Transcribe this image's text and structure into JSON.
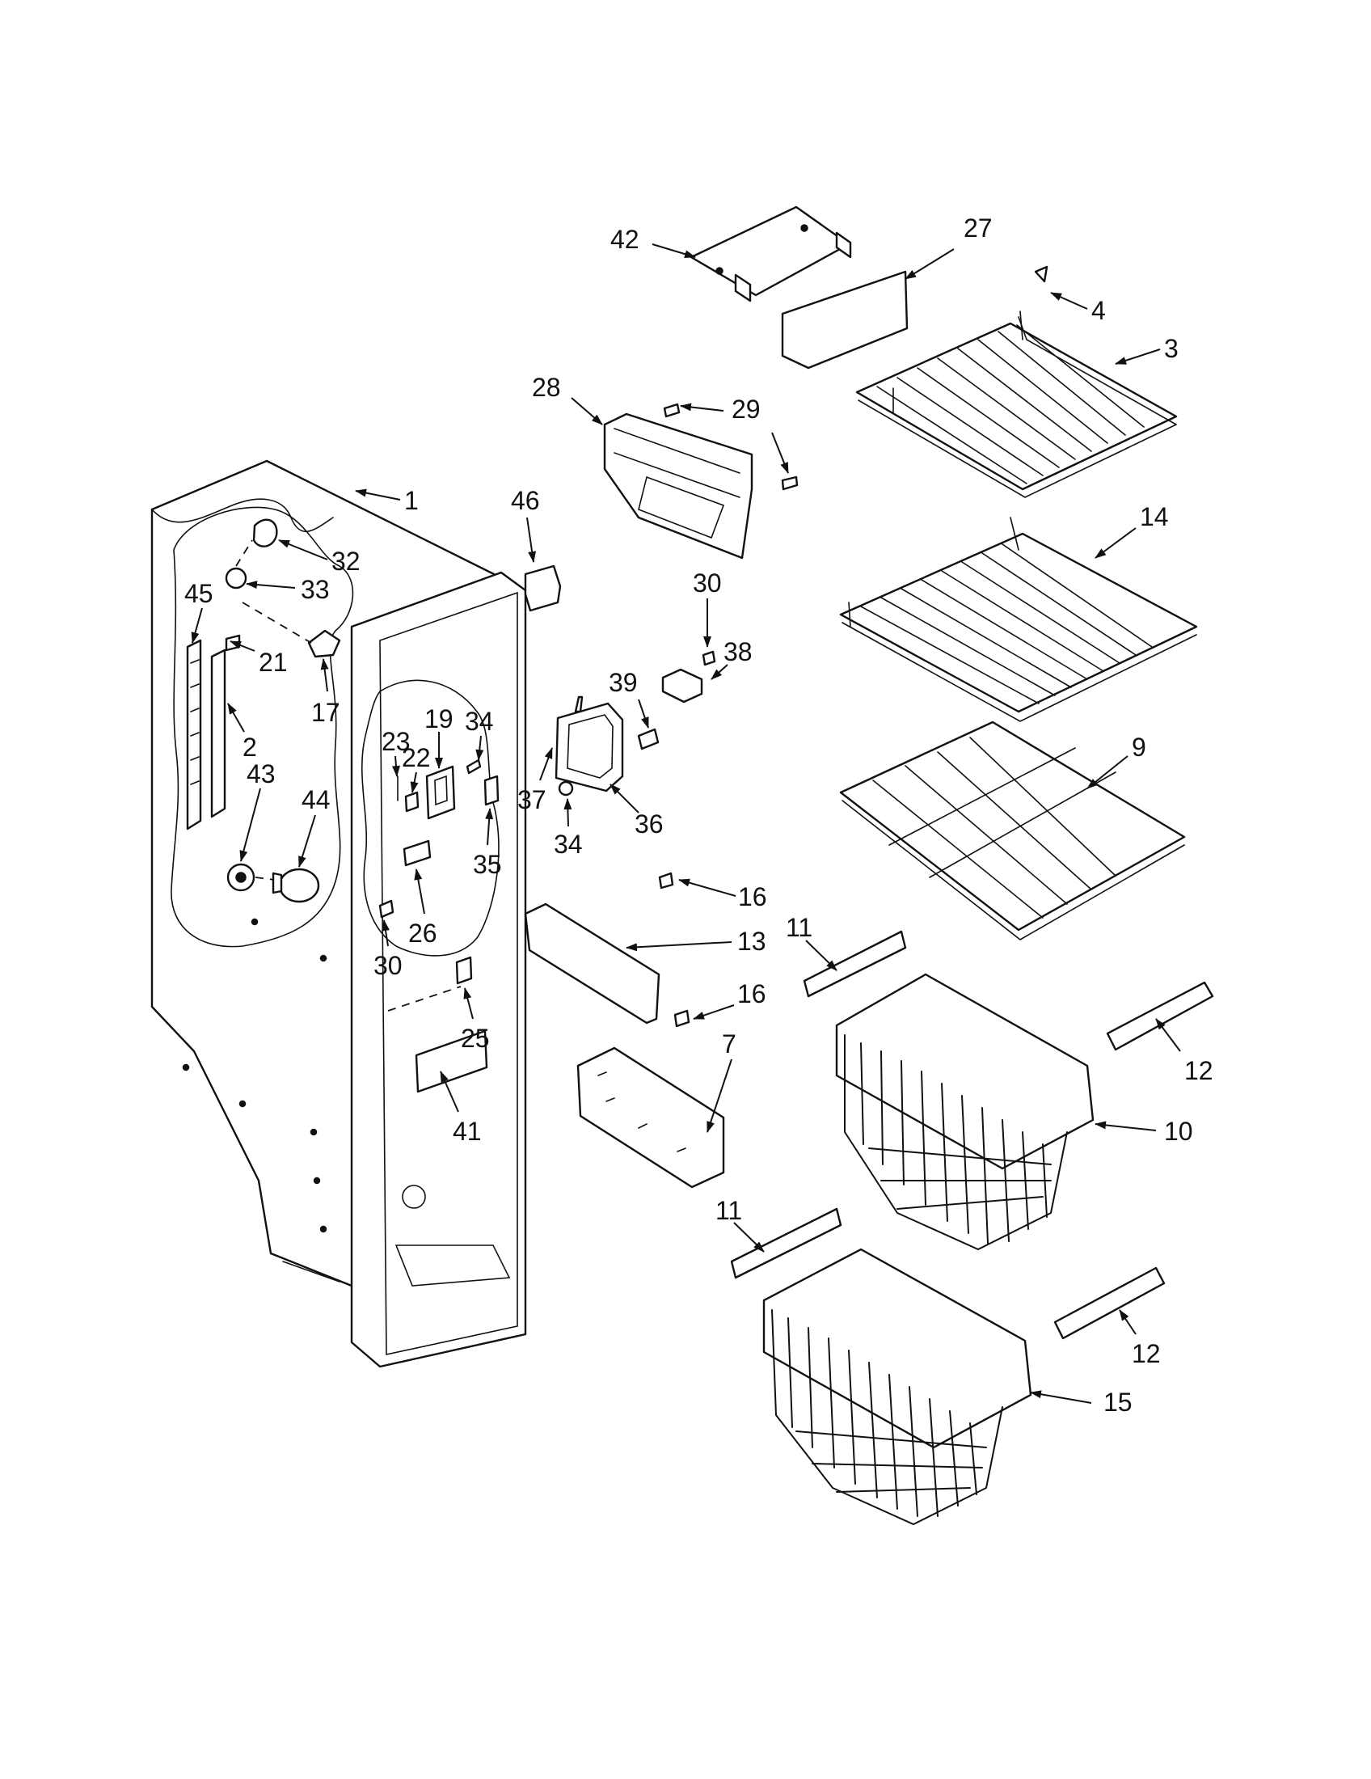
{
  "diagram": {
    "callouts": [
      "1",
      "2",
      "3",
      "4",
      "7",
      "9",
      "10",
      "11",
      "12",
      "13",
      "14",
      "15",
      "16",
      "17",
      "19",
      "21",
      "22",
      "23",
      "25",
      "26",
      "27",
      "28",
      "29",
      "30",
      "32",
      "33",
      "34",
      "35",
      "36",
      "37",
      "38",
      "39",
      "41",
      "42",
      "43",
      "44",
      "45",
      "46"
    ]
  }
}
